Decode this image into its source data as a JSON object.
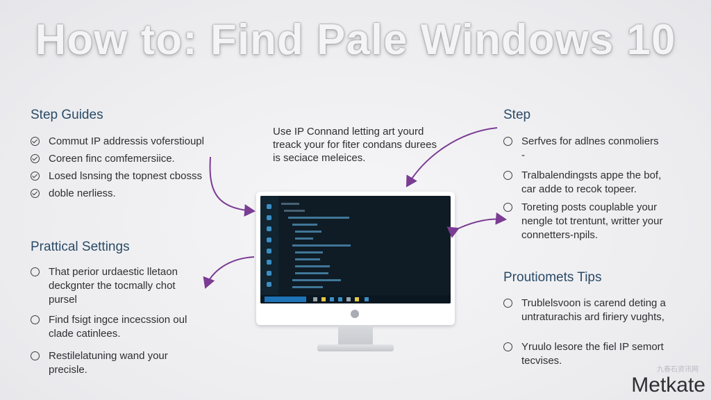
{
  "title": "How to: Find Pale Windows 10",
  "left": {
    "step_guides": {
      "heading": "Step Guides",
      "items": [
        {
          "icon": "check-circle-icon",
          "text": "Commut IP addressis voferstioupl"
        },
        {
          "icon": "check-circle-icon",
          "text": "Coreen finc comfemersiice."
        },
        {
          "icon": "check-circle-icon",
          "text": "Losed lsnsing the topnest cbosss"
        },
        {
          "icon": "check-circle-icon",
          "text": "doble nerliess."
        }
      ]
    },
    "practical_settings": {
      "heading": "Prattical Settings",
      "items": [
        {
          "icon": "circle-bullet-icon",
          "line1": "That perior urdaestic lletaon",
          "line2": "deckgnter the tocmally chot",
          "line3": "pursel"
        },
        {
          "icon": "circle-bullet-icon",
          "line1": "Find fsigt ingce incecssion oul",
          "line2": "clade catinlees."
        },
        {
          "icon": "circle-bullet-icon",
          "line1": "Restilelatuning wand your",
          "line2": "precisle."
        }
      ]
    }
  },
  "center_note": {
    "line1": "Use IP Connand letting art yourd",
    "line2": "treack your for fiter condans durees",
    "line3": "is seciace meleices."
  },
  "right": {
    "step": {
      "heading": "Step",
      "items": [
        {
          "icon": "circle-bullet-icon",
          "line1": "Serfves for adlnes conmoliers",
          "line2": "-"
        },
        {
          "icon": "circle-bullet-icon",
          "line1": "Tralbalendingsts appe the bof,",
          "line2": "car adde to recok topeer."
        },
        {
          "icon": "circle-bullet-icon",
          "line1": "Toreting posts couplable your",
          "line2": "nengle tot trentunt, writter your",
          "line3": "connetters-npils."
        }
      ]
    },
    "tips": {
      "heading": "Proutiomets Tips",
      "items": [
        {
          "icon": "circle-bullet-icon",
          "line1": "Trublelsvoon is carend deting a",
          "line2": "untraturachis ard firiery vughts,"
        },
        {
          "icon": "circle-bullet-icon",
          "line1": "Yruulo lesore the fiel IP semort",
          "line2": "tecvises."
        }
      ]
    }
  },
  "brand": "Metkate",
  "watermark": "九春石资讯网",
  "colors": {
    "heading": "#2a4a66",
    "arrow": "#7b3c93",
    "screen": "#0f1c26",
    "screen_accent": "#3b8ec4"
  }
}
